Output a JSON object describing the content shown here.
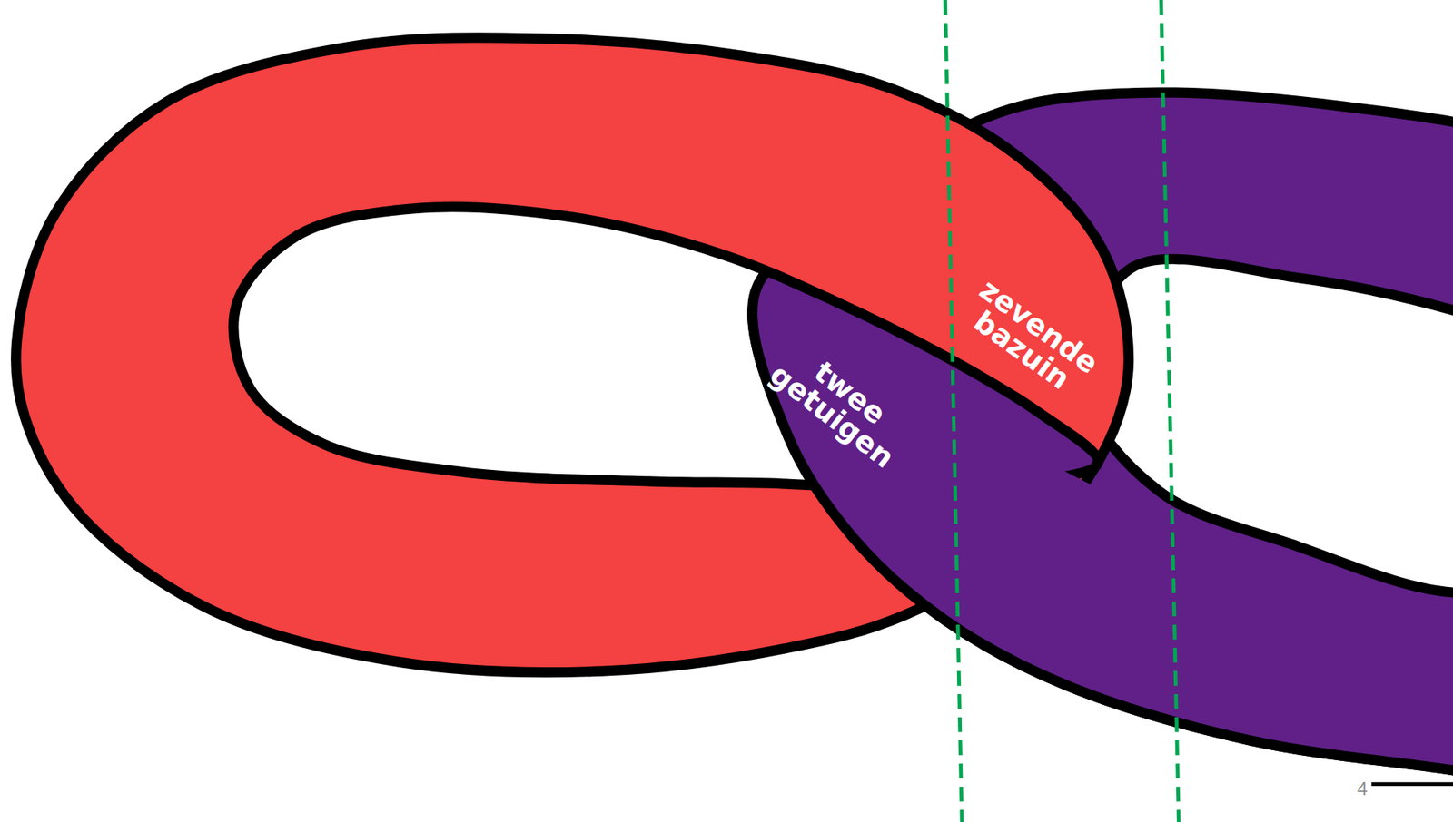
{
  "diagram": {
    "nodes": [
      {
        "text": [
          "zevende bazuin"
        ]
      },
      {
        "text": [
          "twee getuigen"
        ]
      }
    ],
    "labels": [
      "4"
    ]
  }
}
